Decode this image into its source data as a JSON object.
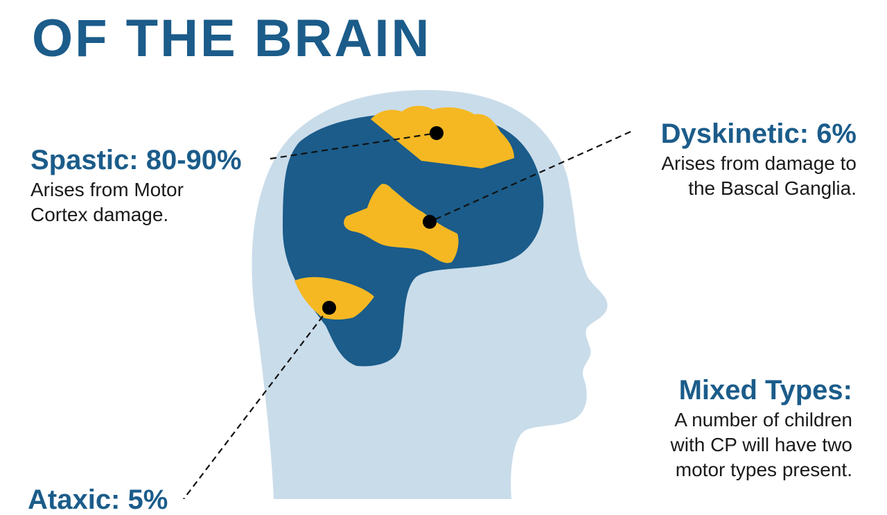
{
  "title": "OF THE BRAIN",
  "colors": {
    "title": "#1b5c8a",
    "head": "#c9dcea",
    "brain": "#1b5c8a",
    "region": "#f5b823",
    "text": "#1a1a1a"
  },
  "callouts": {
    "spastic": {
      "heading": "Spastic: 80-90%",
      "line1": "Arises from Motor",
      "line2": "Cortex damage."
    },
    "dyskinetic": {
      "heading": "Dyskinetic: 6%",
      "line1": "Arises from damage to",
      "line2": "the Bascal Ganglia."
    },
    "mixed": {
      "heading": "Mixed Types:",
      "line1": "A number of children",
      "line2": "with CP will have two",
      "line3": "motor types present."
    },
    "ataxic": {
      "heading": "Ataxic: 5%"
    }
  }
}
